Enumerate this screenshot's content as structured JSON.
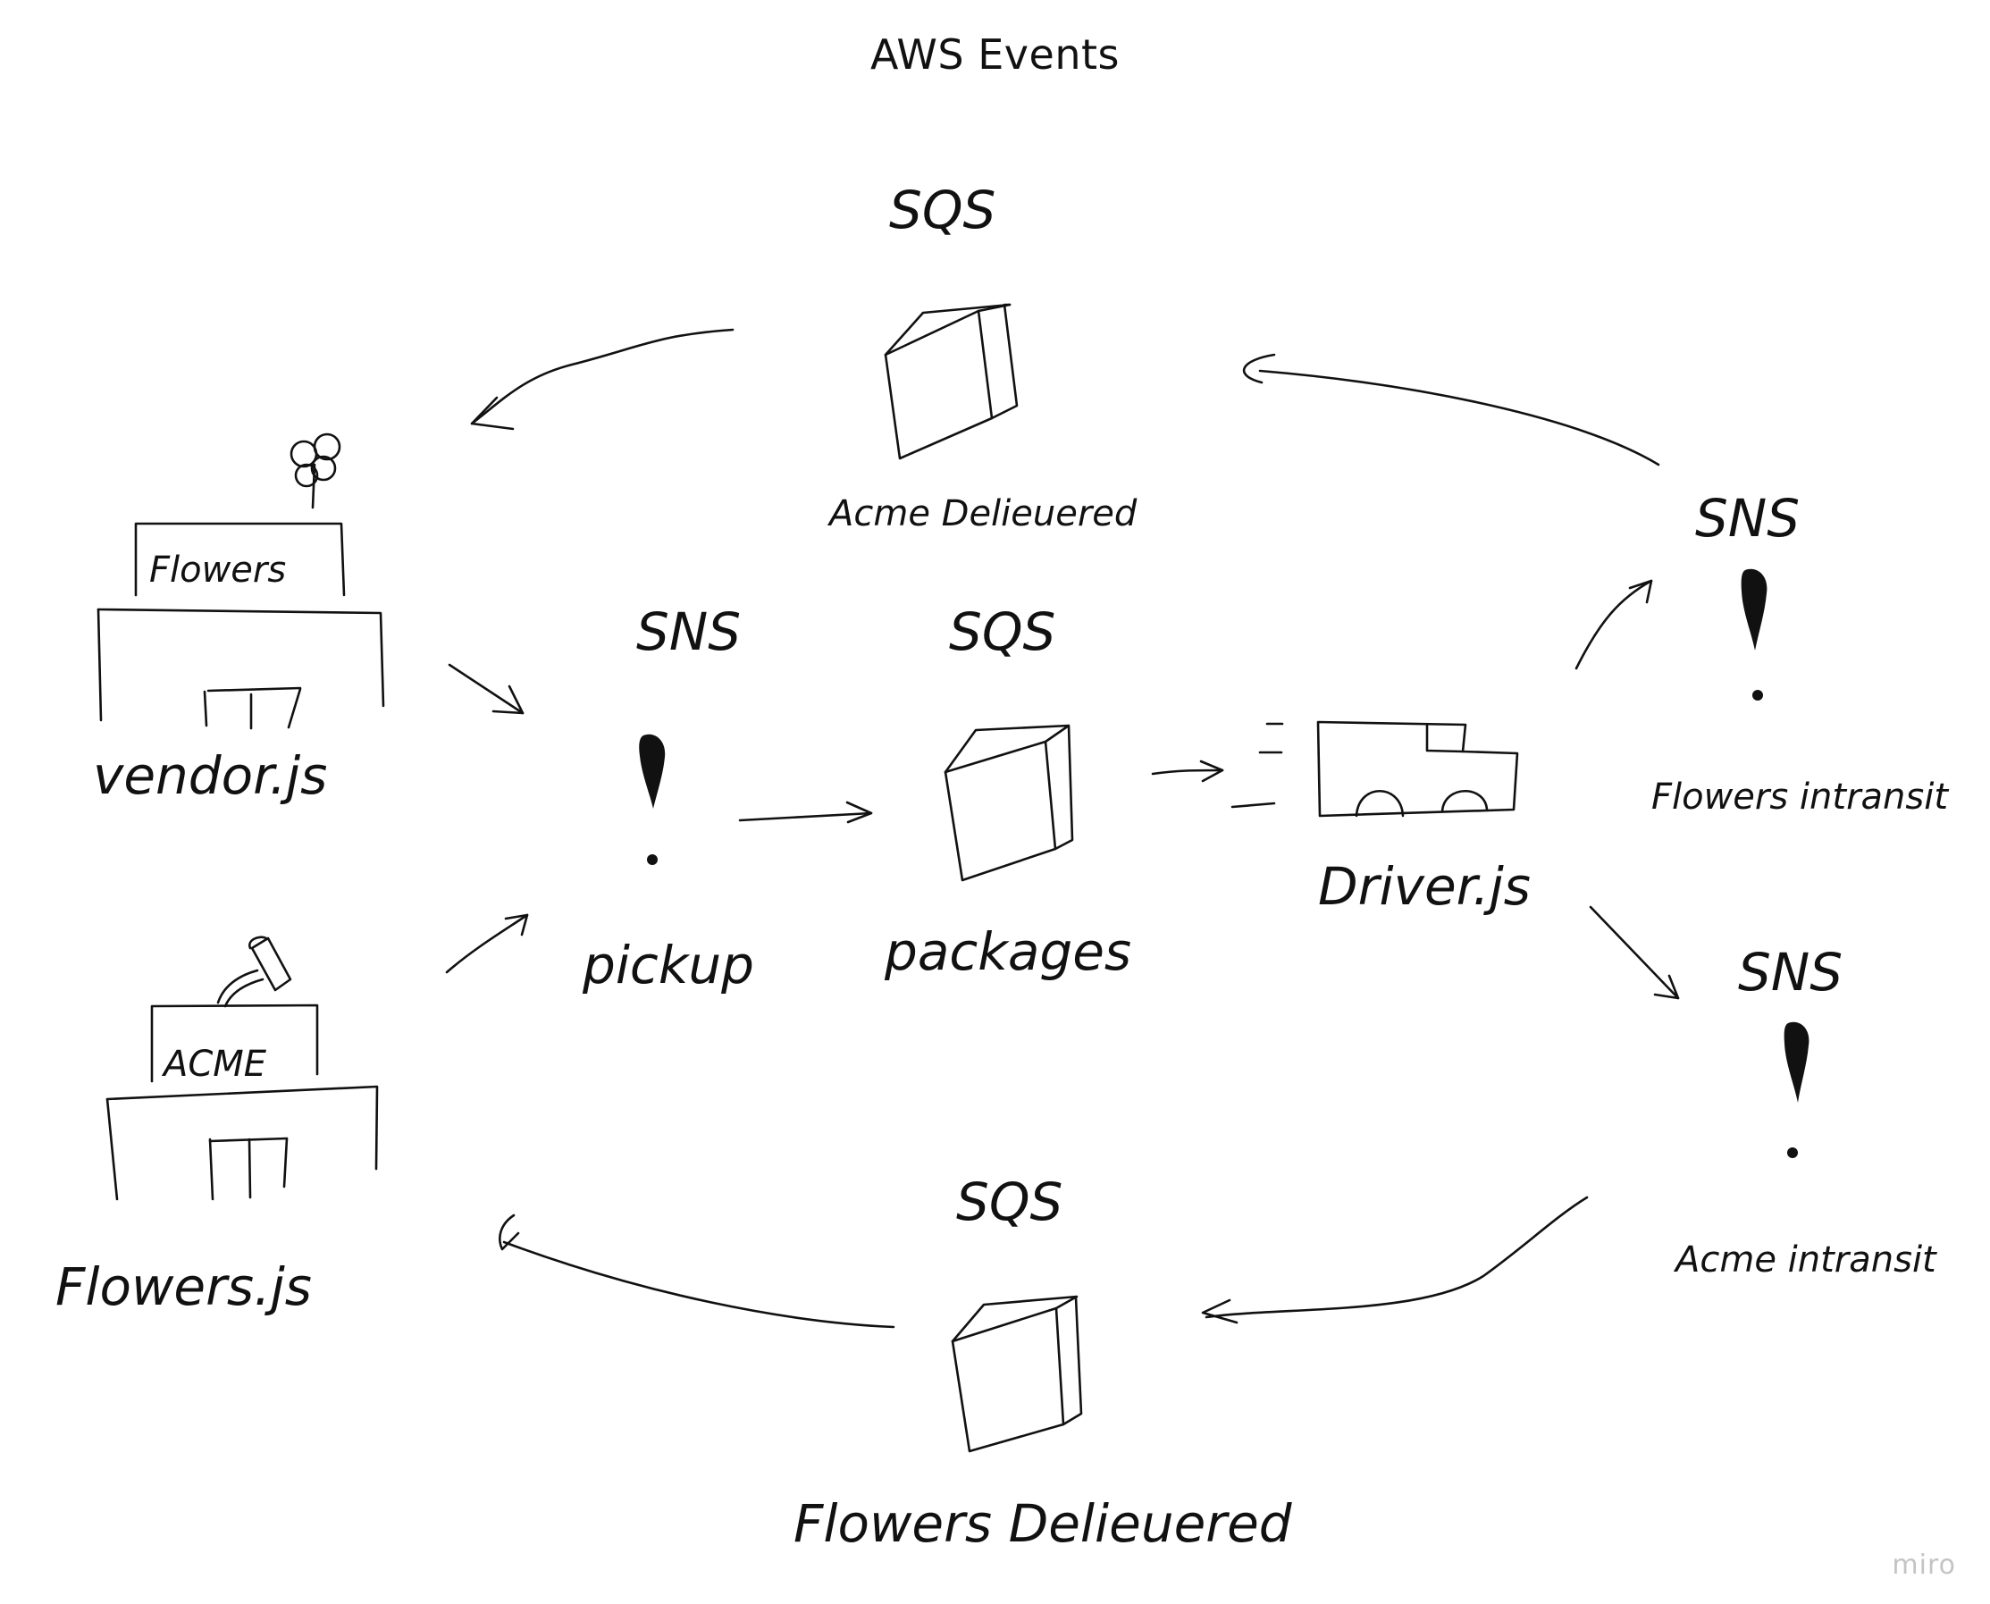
{
  "title": "AWS Events",
  "watermark": "miro",
  "labels": {
    "sqs_top": "SQS",
    "sqs_top_caption": "Acme Delieuered",
    "sns_pickup": "SNS",
    "sns_pickup_caption": "pickup",
    "sqs_packages": "SQS",
    "sqs_packages_caption": "packages",
    "driver_caption": "Driver.js",
    "sns_flowers": "SNS",
    "sns_flowers_caption": "Flowers intransit",
    "sns_acme": "SNS",
    "sns_acme_caption": "Acme intransit",
    "sqs_bottom": "SQS",
    "sqs_bottom_caption": "Flowers Delieuered",
    "flowers_sign": "Flowers",
    "vendor_caption": "vendor.js",
    "acme_sign": "ACME",
    "flowers_js_caption": "Flowers.js"
  },
  "icons": {
    "queue_box": "box-icon",
    "topic": "exclamation-icon",
    "truck": "truck-icon",
    "flower": "flower-icon",
    "axe": "axe-icon",
    "store": "storefront-icon"
  },
  "colors": {
    "ink": "#111111",
    "background": "#ffffff",
    "watermark": "#c4c4c4"
  }
}
